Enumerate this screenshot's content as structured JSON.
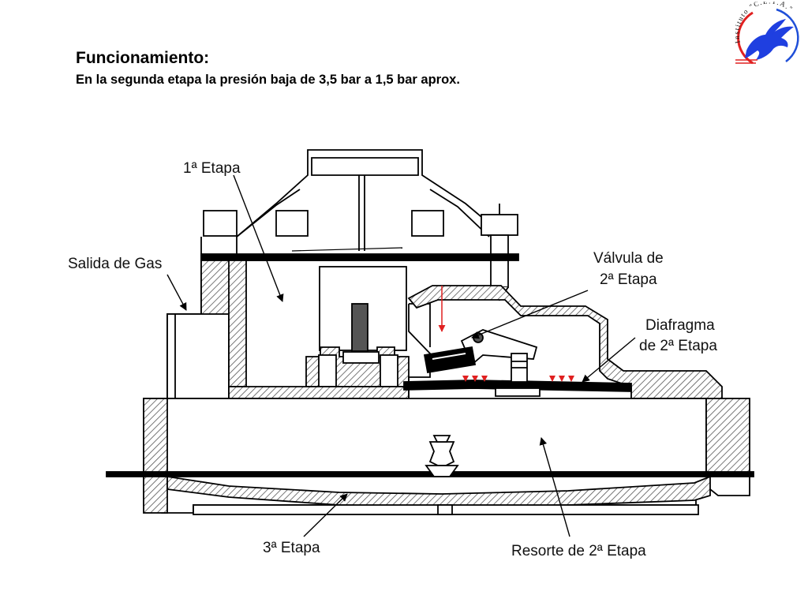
{
  "header": {
    "title": "Funcionamiento:",
    "subtitle": "En la segunda etapa la presión baja de 3,5 bar a 1,5 bar aprox."
  },
  "logo": {
    "text": "Instituto \"C.E.T.A.\"",
    "icon": "winged-horse-icon",
    "colors": {
      "ring_left": "#e02020",
      "ring_right": "#1f4fd8",
      "horse": "#1f3fe0"
    }
  },
  "labels": {
    "primera_etapa": "1ª Etapa",
    "salida_gas": "Salida de Gas",
    "valvula_line1": "Válvula de",
    "valvula_line2": "2ª Etapa",
    "diafragma_line1": "Diafragma",
    "diafragma_line2": "de 2ª Etapa",
    "tercera_etapa": "3ª Etapa",
    "resorte": "Resorte de 2ª Etapa"
  },
  "colors": {
    "pressure_arrows": "#e02020",
    "hatch": "#555555",
    "outline": "#000000"
  }
}
